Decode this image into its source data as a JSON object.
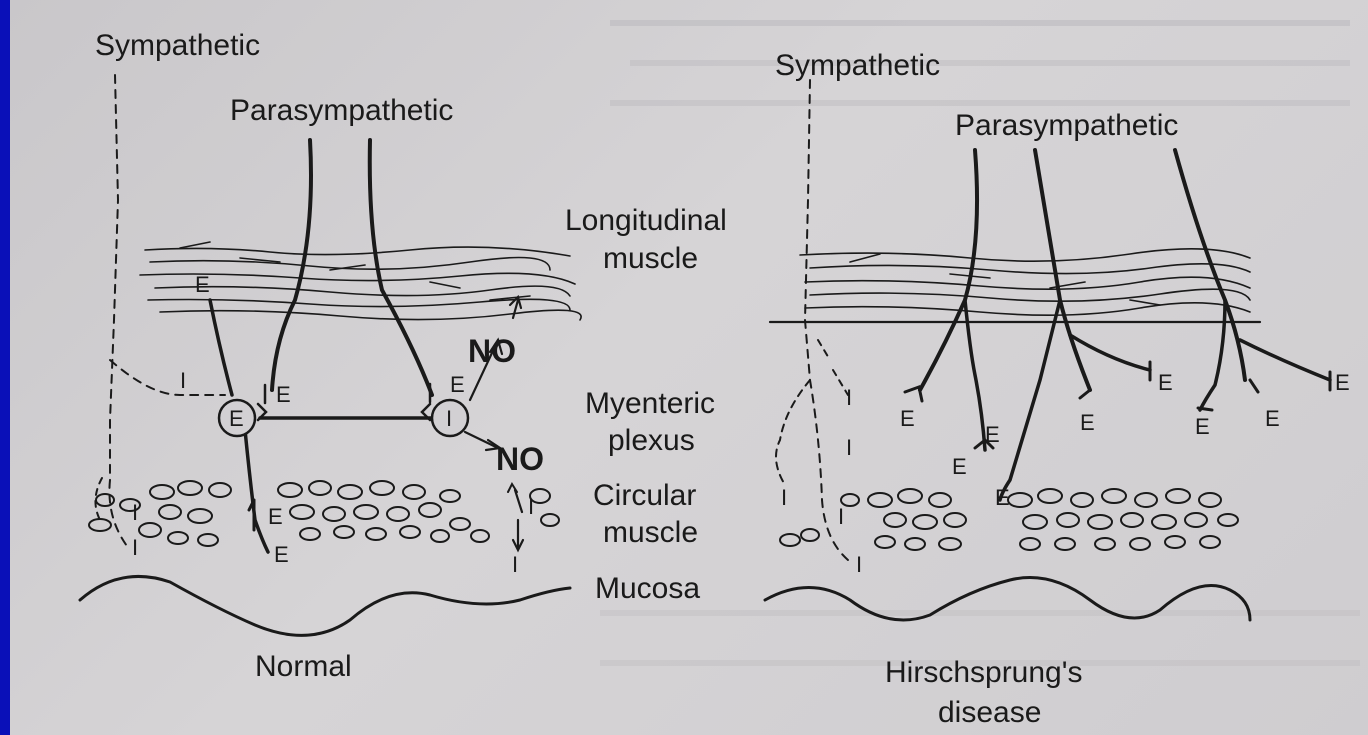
{
  "normal": {
    "sympathetic": "Sympathetic",
    "parasympathetic": "Parasympathetic",
    "caption": "Normal",
    "no_upper": "NO",
    "no_lower": "NO",
    "cell_E": "E",
    "cell_I": "I",
    "ending_E": "E",
    "ending_I": "I"
  },
  "layers": {
    "longitudinal": "Longitudinal",
    "longitudinal_2": "muscle",
    "myenteric": "Myenteric",
    "myenteric_2": "plexus",
    "circular": "Circular",
    "circular_2": "muscle",
    "mucosa": "Mucosa"
  },
  "hirschsprung": {
    "sympathetic": "Sympathetic",
    "parasympathetic": "Parasympathetic",
    "caption_1": "Hirschsprung's",
    "caption_2": "disease",
    "ending_E": "E",
    "ending_I": "I"
  },
  "colors": {
    "border": "#0a10b8",
    "paper": "#d2d0d3",
    "ink": "#1a1a1a"
  }
}
